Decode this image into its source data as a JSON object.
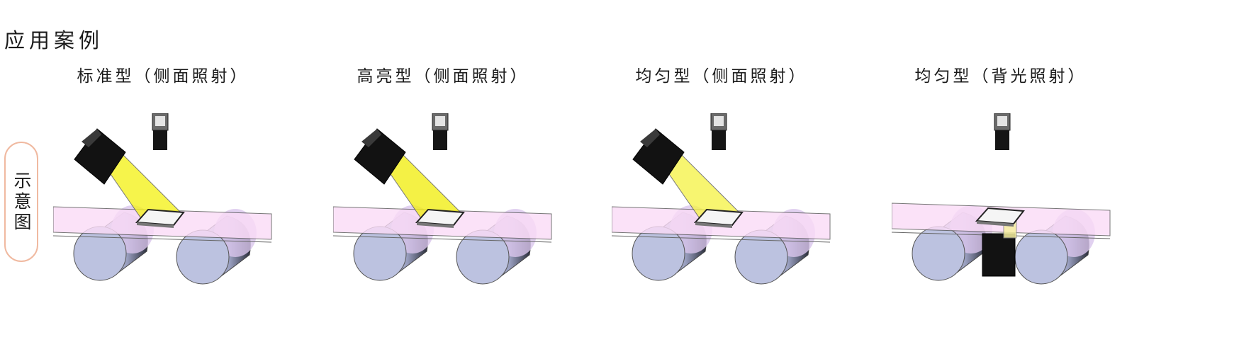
{
  "page_title": "应用案例",
  "side_label": "示意图",
  "panels": [
    {
      "title": "标准型（侧面照射）",
      "light": "side",
      "beam_color": "#f4f219"
    },
    {
      "title": "高亮型（侧面照射）",
      "light": "side",
      "beam_color": "#f2ee12"
    },
    {
      "title": "均匀型（侧面照射）",
      "light": "side",
      "beam_color": "#f5f348"
    },
    {
      "title": "均匀型（背光照射）",
      "light": "back",
      "beam_color": "#f7f0a0"
    }
  ],
  "colors": {
    "belt": "#fbdcf7",
    "roller": "#bcc2e0",
    "roller_inner": "#d9c5ec",
    "lamp": "#121212",
    "side_border": "#f0b9a0"
  }
}
